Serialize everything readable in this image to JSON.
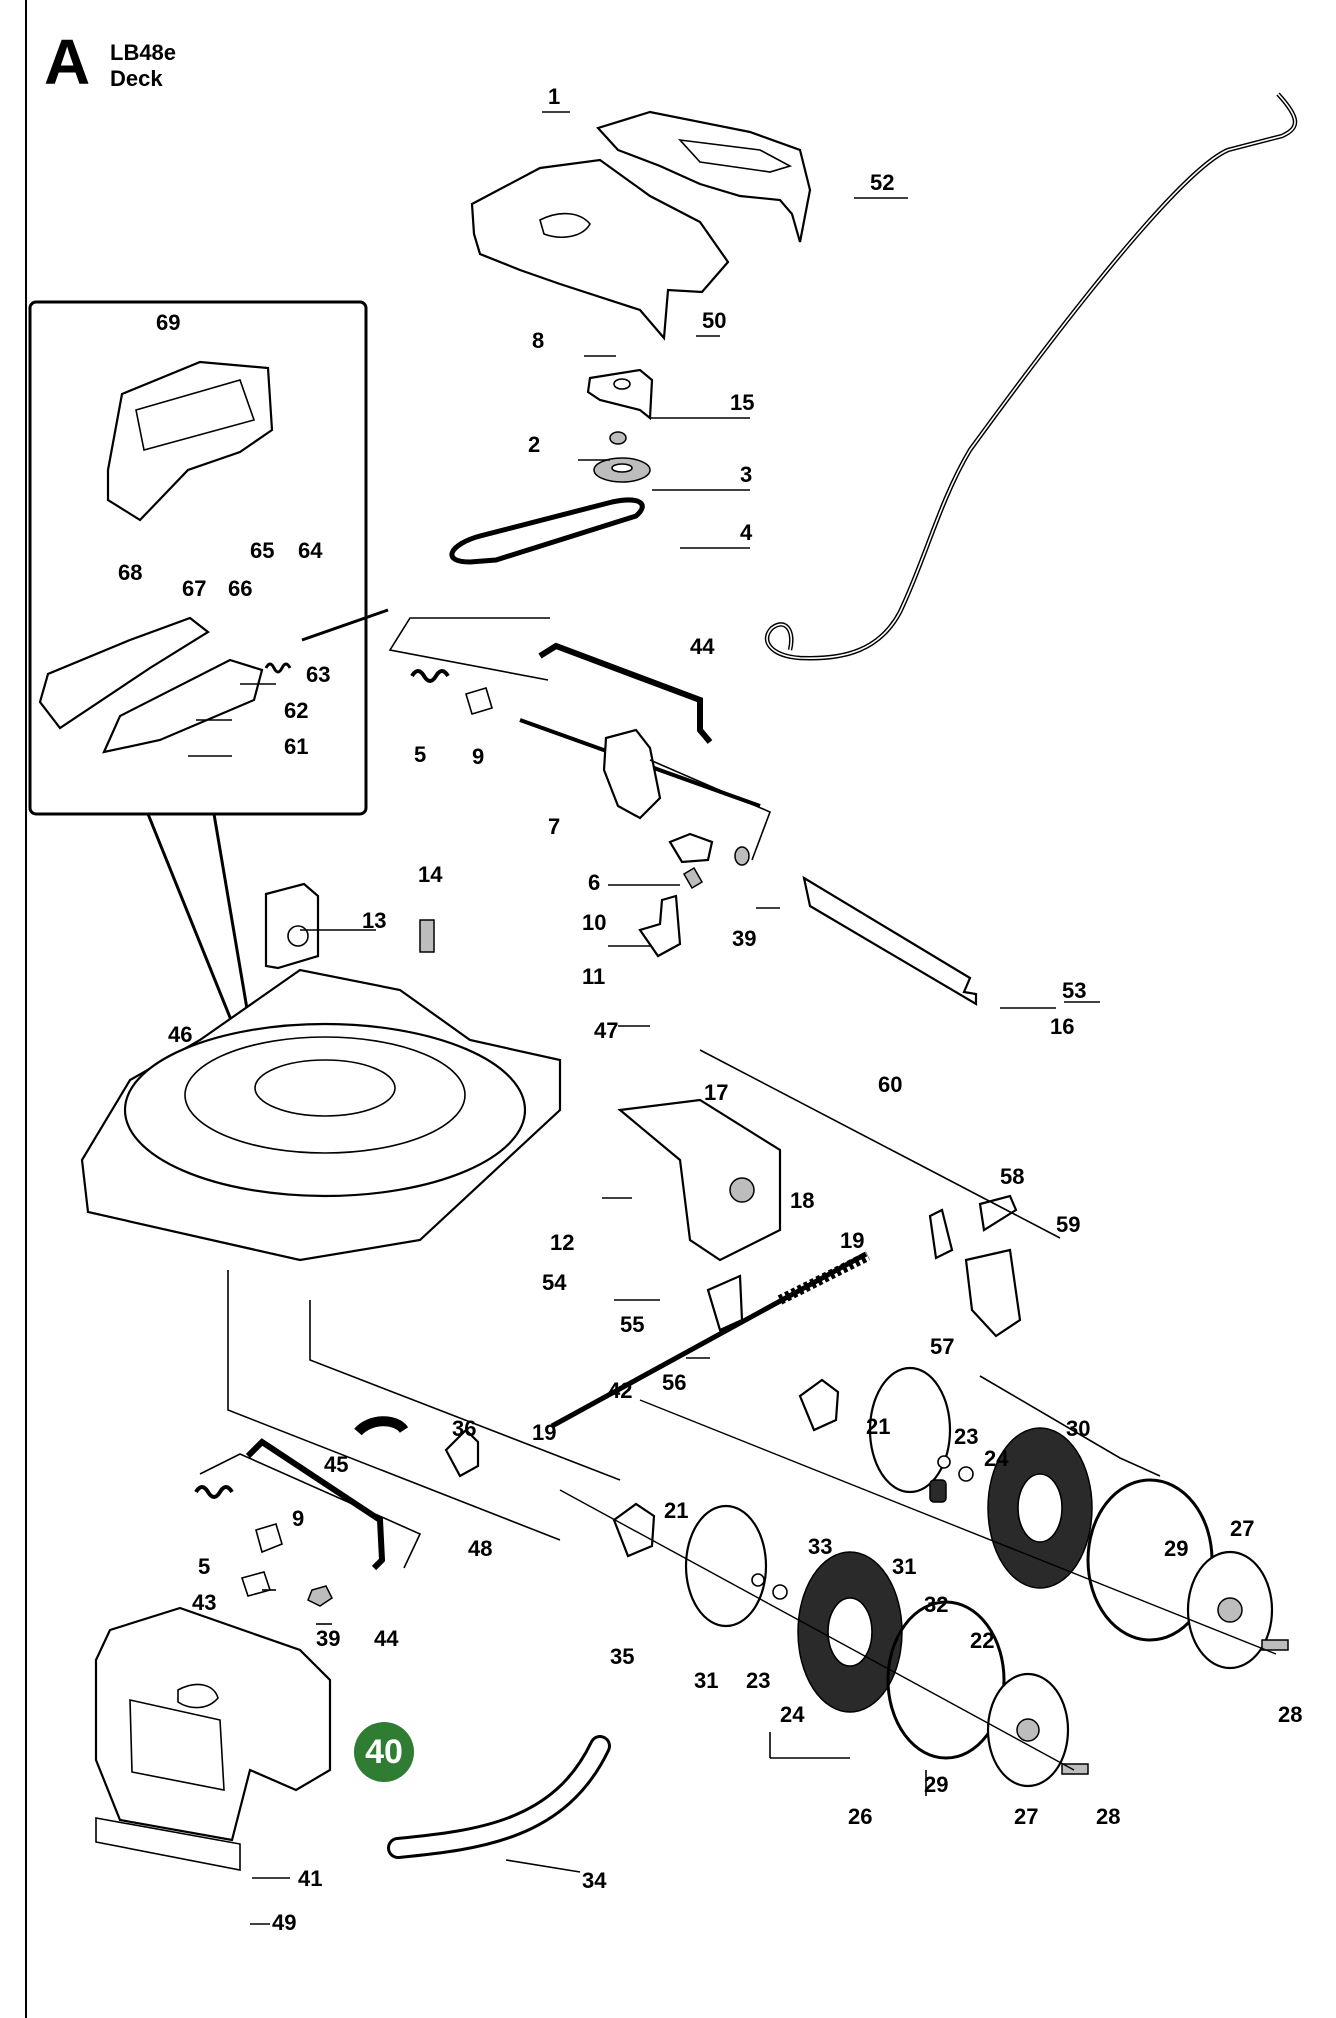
{
  "header": {
    "section_letter": "A",
    "model": "LB48e",
    "title": "Deck"
  },
  "callouts": [
    {
      "id": "c1",
      "text": "1"
    },
    {
      "id": "c52",
      "text": "52"
    },
    {
      "id": "c50",
      "text": "50"
    },
    {
      "id": "c8",
      "text": "8"
    },
    {
      "id": "c15",
      "text": "15"
    },
    {
      "id": "c2",
      "text": "2"
    },
    {
      "id": "c3",
      "text": "3"
    },
    {
      "id": "c4",
      "text": "4"
    },
    {
      "id": "c44a",
      "text": "44"
    },
    {
      "id": "c5a",
      "text": "5"
    },
    {
      "id": "c9a",
      "text": "9"
    },
    {
      "id": "c7",
      "text": "7"
    },
    {
      "id": "c6",
      "text": "6"
    },
    {
      "id": "c10",
      "text": "10"
    },
    {
      "id": "c39a",
      "text": "39"
    },
    {
      "id": "c11",
      "text": "11"
    },
    {
      "id": "c47",
      "text": "47"
    },
    {
      "id": "c14",
      "text": "14"
    },
    {
      "id": "c13",
      "text": "13"
    },
    {
      "id": "c53",
      "text": "53"
    },
    {
      "id": "c16",
      "text": "16"
    },
    {
      "id": "c60",
      "text": "60"
    },
    {
      "id": "c46",
      "text": "46"
    },
    {
      "id": "c17",
      "text": "17"
    },
    {
      "id": "c12",
      "text": "12"
    },
    {
      "id": "c18",
      "text": "18"
    },
    {
      "id": "c19a",
      "text": "19"
    },
    {
      "id": "c54",
      "text": "54"
    },
    {
      "id": "c55",
      "text": "55"
    },
    {
      "id": "c56",
      "text": "56"
    },
    {
      "id": "c58",
      "text": "58"
    },
    {
      "id": "c59",
      "text": "59"
    },
    {
      "id": "c57",
      "text": "57"
    },
    {
      "id": "c42",
      "text": "42"
    },
    {
      "id": "c19b",
      "text": "19"
    },
    {
      "id": "c36",
      "text": "36"
    },
    {
      "id": "c45",
      "text": "45"
    },
    {
      "id": "c48",
      "text": "48"
    },
    {
      "id": "c21a",
      "text": "21"
    },
    {
      "id": "c23a",
      "text": "23"
    },
    {
      "id": "c24a",
      "text": "24"
    },
    {
      "id": "c30",
      "text": "30"
    },
    {
      "id": "c33",
      "text": "33"
    },
    {
      "id": "c31a",
      "text": "31"
    },
    {
      "id": "c32",
      "text": "32"
    },
    {
      "id": "c22",
      "text": "22"
    },
    {
      "id": "c29a",
      "text": "29"
    },
    {
      "id": "c27a",
      "text": "27"
    },
    {
      "id": "c28a",
      "text": "28"
    },
    {
      "id": "c9b",
      "text": "9"
    },
    {
      "id": "c5b",
      "text": "5"
    },
    {
      "id": "c43",
      "text": "43"
    },
    {
      "id": "c39b",
      "text": "39"
    },
    {
      "id": "c44b",
      "text": "44"
    },
    {
      "id": "c21b",
      "text": "21"
    },
    {
      "id": "c35",
      "text": "35"
    },
    {
      "id": "c31b",
      "text": "31"
    },
    {
      "id": "c23b",
      "text": "23"
    },
    {
      "id": "c24b",
      "text": "24"
    },
    {
      "id": "c26",
      "text": "26"
    },
    {
      "id": "c29b",
      "text": "29"
    },
    {
      "id": "c27b",
      "text": "27"
    },
    {
      "id": "c28b",
      "text": "28"
    },
    {
      "id": "c41",
      "text": "41"
    },
    {
      "id": "c49",
      "text": "49"
    },
    {
      "id": "c34",
      "text": "34"
    },
    {
      "id": "c69",
      "text": "69"
    },
    {
      "id": "c68",
      "text": "68"
    },
    {
      "id": "c67",
      "text": "67"
    },
    {
      "id": "c66",
      "text": "66"
    },
    {
      "id": "c65",
      "text": "65"
    },
    {
      "id": "c64",
      "text": "64"
    },
    {
      "id": "c63",
      "text": "63"
    },
    {
      "id": "c62",
      "text": "62"
    },
    {
      "id": "c61",
      "text": "61"
    }
  ],
  "highlight": {
    "text": "40",
    "color": "#2e7d32"
  }
}
